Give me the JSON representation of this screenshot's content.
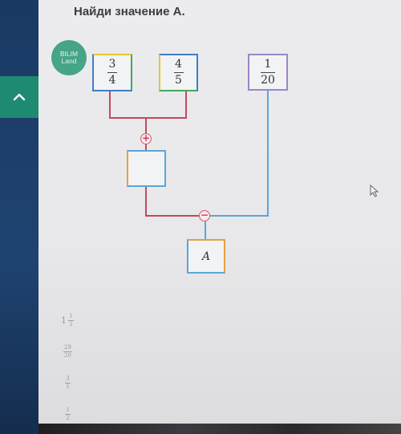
{
  "task": {
    "title": "Найди значение A."
  },
  "logo": {
    "line1": "BILIM",
    "line2": "Land"
  },
  "boxes": {
    "frac_a": {
      "num": "3",
      "den": "4"
    },
    "frac_b": {
      "num": "4",
      "den": "5"
    },
    "frac_c": {
      "num": "1",
      "den": "20"
    },
    "result": {
      "label": "A"
    }
  },
  "operators": {
    "plus": "+",
    "minus": "−"
  },
  "answer_options": [
    {
      "whole": "1",
      "num": "1",
      "den": "2"
    },
    {
      "num": "29",
      "den": "20"
    },
    {
      "num": "3",
      "den": "5"
    },
    {
      "num": "1",
      "den": "2"
    }
  ],
  "colors": {
    "sidebar": "#1a3a63",
    "collapse_tab": "#1f8a72",
    "logo": "#46a487",
    "line_red": "#c24a5e",
    "line_blue": "#5aa6d6",
    "line_violet": "#9b86c9",
    "border_yellow": "#e6c434",
    "border_green": "#43a85c",
    "border_blue": "#3f7ec8",
    "border_orange": "#e7a040"
  },
  "icons": {
    "collapse": "chevron-up-icon",
    "cursor": "mouse-pointer-icon"
  }
}
